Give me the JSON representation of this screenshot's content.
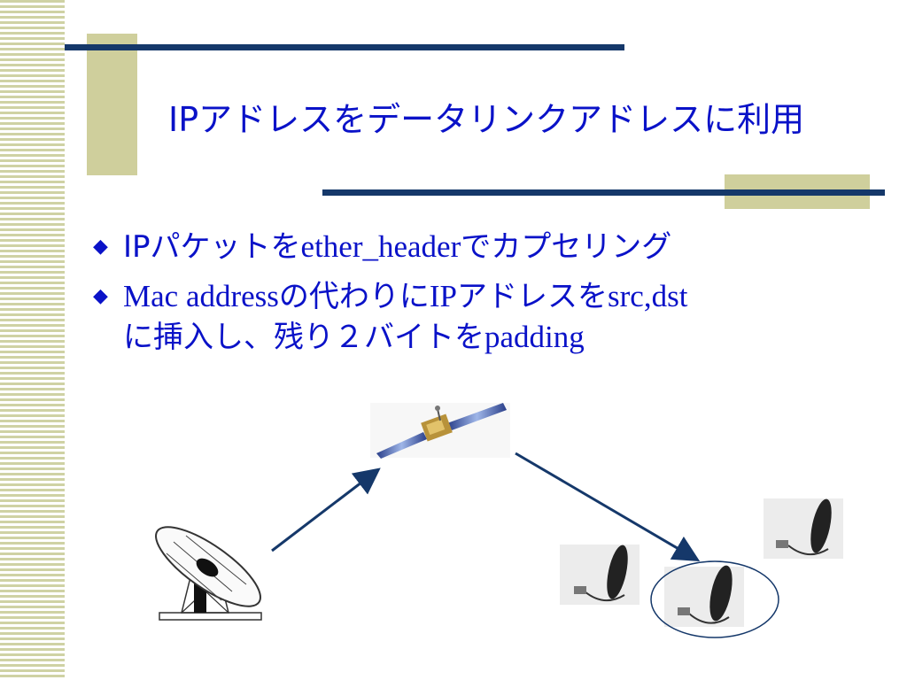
{
  "slide": {
    "title": "IPアドレスをデータリンクアドレスに利用",
    "bullets": [
      {
        "parts": [
          {
            "text": "IPパケットを",
            "font": "sans"
          },
          {
            "text": "ether_header",
            "font": "serif"
          },
          {
            "text": "でカプセリング",
            "font": "sans"
          }
        ]
      },
      {
        "parts": [
          {
            "text": "Mac address",
            "font": "serif"
          },
          {
            "text": "の代わりに",
            "font": "sans"
          },
          {
            "text": "IP",
            "font": "serif"
          },
          {
            "text": "アドレスを",
            "font": "sans"
          },
          {
            "text": "src,dst",
            "font": "serif"
          },
          {
            "text": "に挿入し、残り２バイトを",
            "font": "sans"
          },
          {
            "text": "padding",
            "font": "serif"
          }
        ]
      }
    ],
    "bullet_icon": "diamond-bullet-icon"
  },
  "diagram": {
    "nodes": [
      "ground-station-dish",
      "satellite",
      "receiver-dish",
      "receiver-dish",
      "receiver-dish"
    ],
    "colors": {
      "arrow": "#15386a",
      "accent": "#0a12c8",
      "stripe": "#cfd2a4",
      "block": "#cfcf9c"
    }
  }
}
